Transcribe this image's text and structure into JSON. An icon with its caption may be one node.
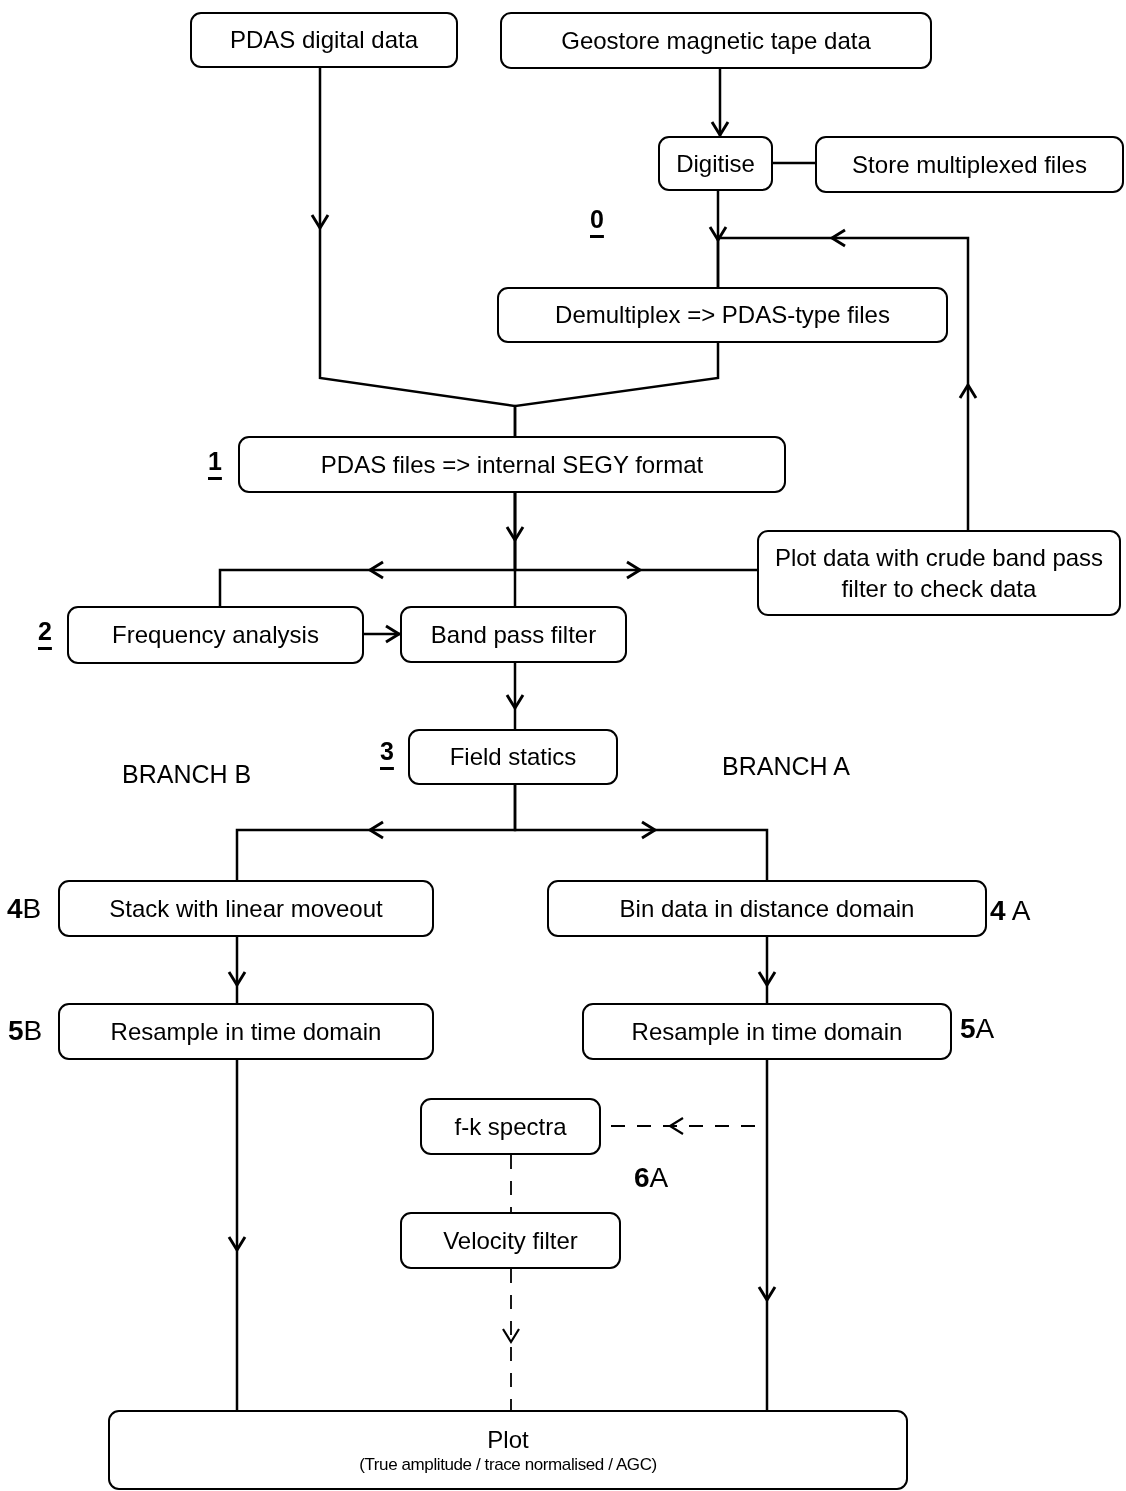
{
  "diagram": {
    "nodes": [
      {
        "text": [
          "PDAS digital data"
        ]
      },
      {
        "text": [
          "Geostore magnetic tape data"
        ]
      },
      {
        "text": [
          "Digitise"
        ]
      },
      {
        "text": [
          "Store multiplexed files"
        ]
      },
      {
        "text": [
          "Demultiplex => PDAS-type files"
        ]
      },
      {
        "text": [
          "PDAS files => internal SEGY format"
        ],
        "beside": [
          "1"
        ]
      },
      {
        "text": [
          "Plot data with crude band pass filter to check data"
        ]
      },
      {
        "text": [
          "Frequency analysis"
        ],
        "beside": [
          "2"
        ]
      },
      {
        "text": [
          "Band pass filter"
        ]
      },
      {
        "text": [
          "Field statics"
        ],
        "beside": [
          "3"
        ]
      },
      {
        "text": [
          "Stack with linear moveout"
        ],
        "beside": [
          "**4**B"
        ]
      },
      {
        "text": [
          "Bin data in distance domain"
        ],
        "beside": [
          "**4** A"
        ]
      },
      {
        "text": [
          "Resample in time domain"
        ],
        "beside": [
          "**5**B"
        ]
      },
      {
        "text": [
          "Resample in time domain"
        ],
        "beside": [
          "**5**A"
        ]
      },
      {
        "text": [
          "f-k spectra"
        ]
      },
      {
        "text": [
          "Velocity filter"
        ]
      },
      {
        "text": [
          "Plot",
          "(True amplitude / trace normalised / AGC)"
        ]
      }
    ],
    "edges": [
      {
        "from": 0,
        "to": 5,
        "arrow": "to"
      },
      {
        "from": 1,
        "to": 2,
        "arrow": "to"
      },
      {
        "from": 2,
        "to": 3,
        "arrow": "none"
      },
      {
        "from": 2,
        "to": 4,
        "arrow": "to"
      },
      {
        "from": 4,
        "to": 5,
        "arrow": "none"
      },
      {
        "from": 6,
        "to": 4,
        "arrow": "to"
      },
      {
        "from": 5,
        "to": 8,
        "arrow": "to"
      },
      {
        "from": 5,
        "to": 7,
        "arrow": "to"
      },
      {
        "from": 5,
        "to": 6,
        "arrow": "to"
      },
      {
        "from": 7,
        "to": 8,
        "arrow": "to"
      },
      {
        "from": 8,
        "to": 9,
        "arrow": "to"
      },
      {
        "from": 9,
        "to": 10,
        "arrow": "to"
      },
      {
        "from": 9,
        "to": 11,
        "arrow": "to"
      },
      {
        "from": 10,
        "to": 12,
        "arrow": "to"
      },
      {
        "from": 11,
        "to": 13,
        "arrow": "to"
      },
      {
        "from": 12,
        "to": 16,
        "arrow": "to"
      },
      {
        "from": 13,
        "to": 16,
        "arrow": "to"
      },
      {
        "from": 13,
        "to": 14,
        "arrow": "to",
        "style": "dashed"
      },
      {
        "from": 14,
        "to": 15,
        "arrow": "none",
        "style": "dashed"
      },
      {
        "from": 15,
        "to": 16,
        "arrow": "to",
        "style": "dashed"
      }
    ],
    "labels": [
      "0",
      "BRANCH B",
      "BRANCH A",
      "**6**A"
    ]
  }
}
